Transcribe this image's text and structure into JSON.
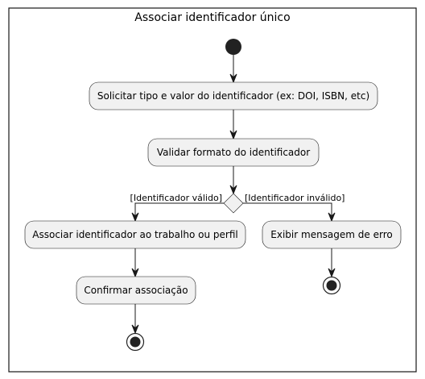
{
  "diagram": {
    "title": "Associar identificador único",
    "actions": {
      "request": "Solicitar tipo e valor do identificador (ex: DOI, ISBN, etc)",
      "validate": "Validar formato do identificador",
      "associate": "Associar identificador ao trabalho ou perfil",
      "confirm": "Confirmar associação",
      "error": "Exibir mensagem de erro"
    },
    "guards": {
      "valid": "[Identificador válido]",
      "invalid": "[Identificador inválido]"
    }
  }
}
